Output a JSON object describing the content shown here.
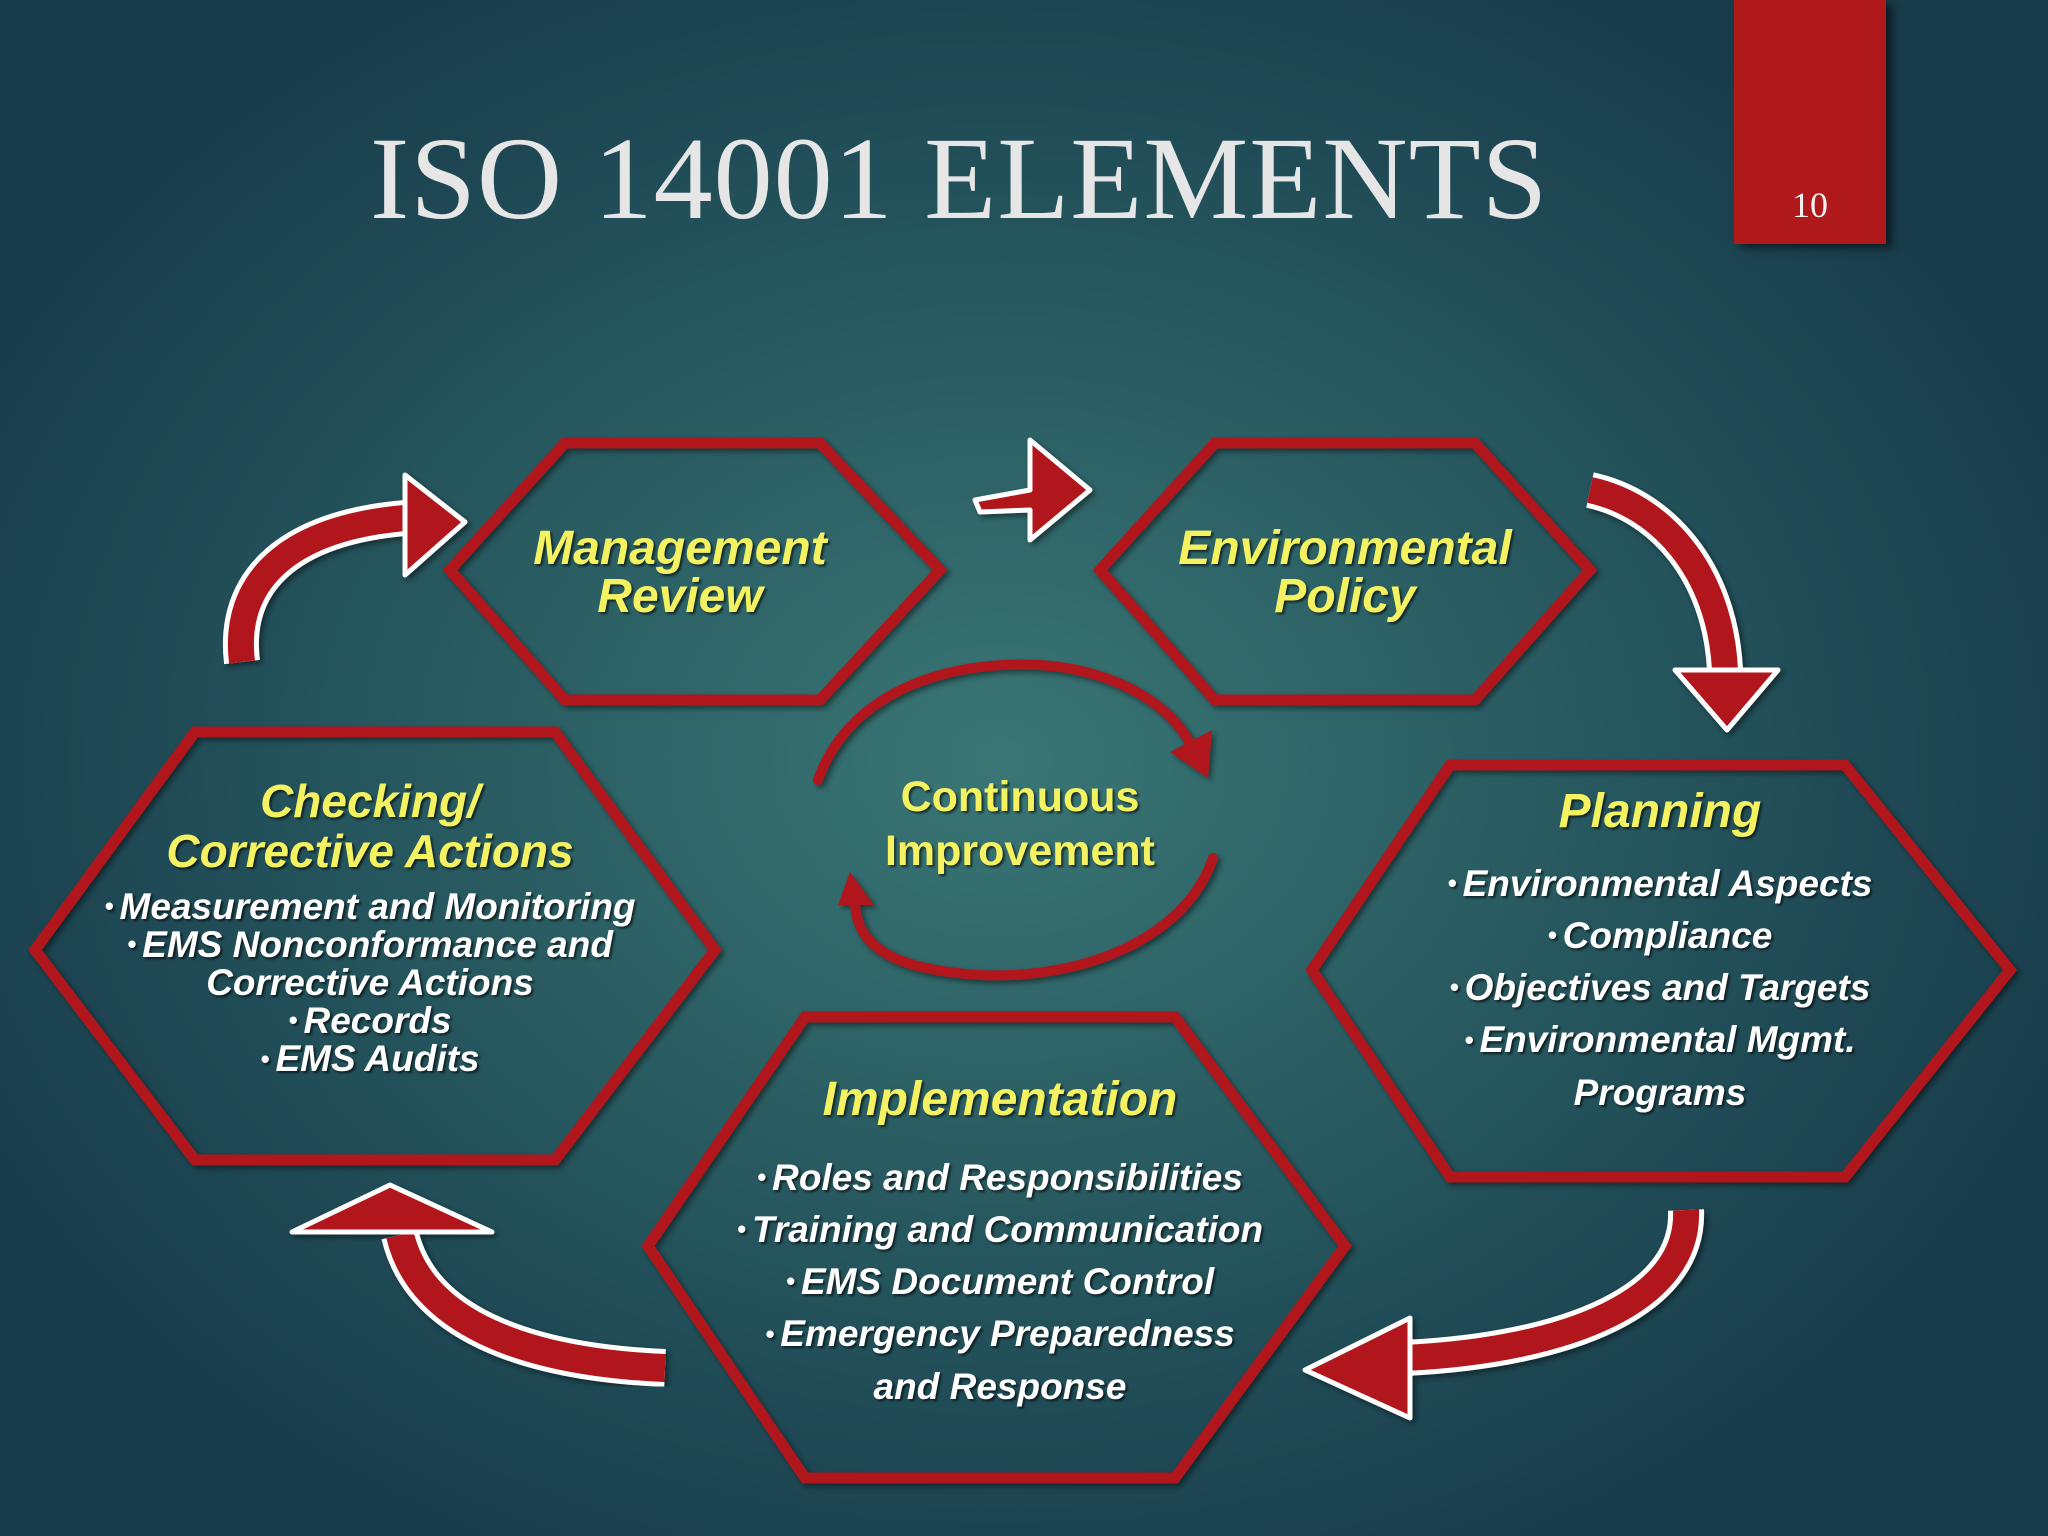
{
  "slide": {
    "title": "ISO 14001 ELEMENTS",
    "page_number": "10"
  },
  "center": {
    "line1": "Continuous",
    "line2": "Improvement"
  },
  "management_review": {
    "heading_line1": "Management",
    "heading_line2": "Review"
  },
  "environmental_policy": {
    "heading_line1": "Environmental",
    "heading_line2": "Policy"
  },
  "planning": {
    "heading": "Planning",
    "items": [
      "Environmental Aspects",
      "Compliance",
      "Objectives and Targets",
      "Environmental Mgmt.",
      "Programs"
    ]
  },
  "implementation": {
    "heading": "Implementation",
    "items": [
      "Roles and Responsibilities",
      "Training and Communication",
      "EMS Document Control",
      "Emergency Preparedness",
      "and Response"
    ]
  },
  "checking": {
    "heading_line1": "Checking/",
    "heading_line2": "Corrective Actions",
    "items": [
      "Measurement and Monitoring",
      "EMS Nonconformance and",
      "Corrective Actions",
      "Records",
      "EMS Audits"
    ]
  },
  "colors": {
    "background": "#2b5f64",
    "accent_red": "#b0191b",
    "heading_yellow": "#f4f261",
    "title_gray": "#e6e6e6"
  }
}
